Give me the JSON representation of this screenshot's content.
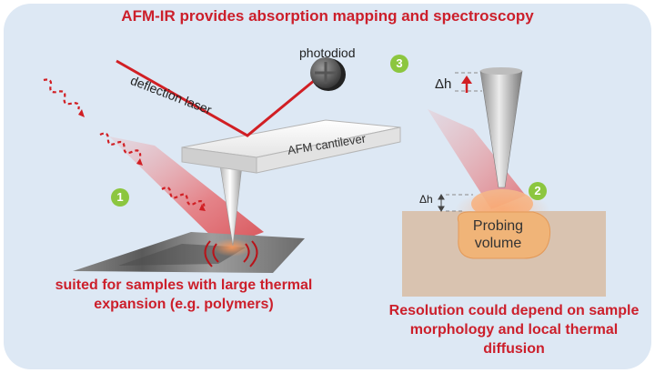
{
  "title": "AFM-IR provides absorption mapping and spectroscopy",
  "labels": {
    "photodiode": "photodiod",
    "deflection_laser": "deflection laser",
    "cantilever": "AFM cantilever",
    "delta_h_top": "Δh",
    "delta_h_small": "Δh",
    "probing_volume": "Probing volume"
  },
  "steps": {
    "one": "1",
    "two": "2",
    "three": "3"
  },
  "captions": {
    "left": "suited for samples with large thermal expansion (e.g. polymers)",
    "right": "Resolution could depend on sample morphology and local thermal diffusion"
  },
  "colors": {
    "accent_red": "#cc1f2b",
    "laser_red": "#d11f24",
    "step_green": "#8cc63f",
    "background_blue": "#dde8f4",
    "sample_tan": "#d9c3b0",
    "probing_orange": "#f0b478"
  }
}
